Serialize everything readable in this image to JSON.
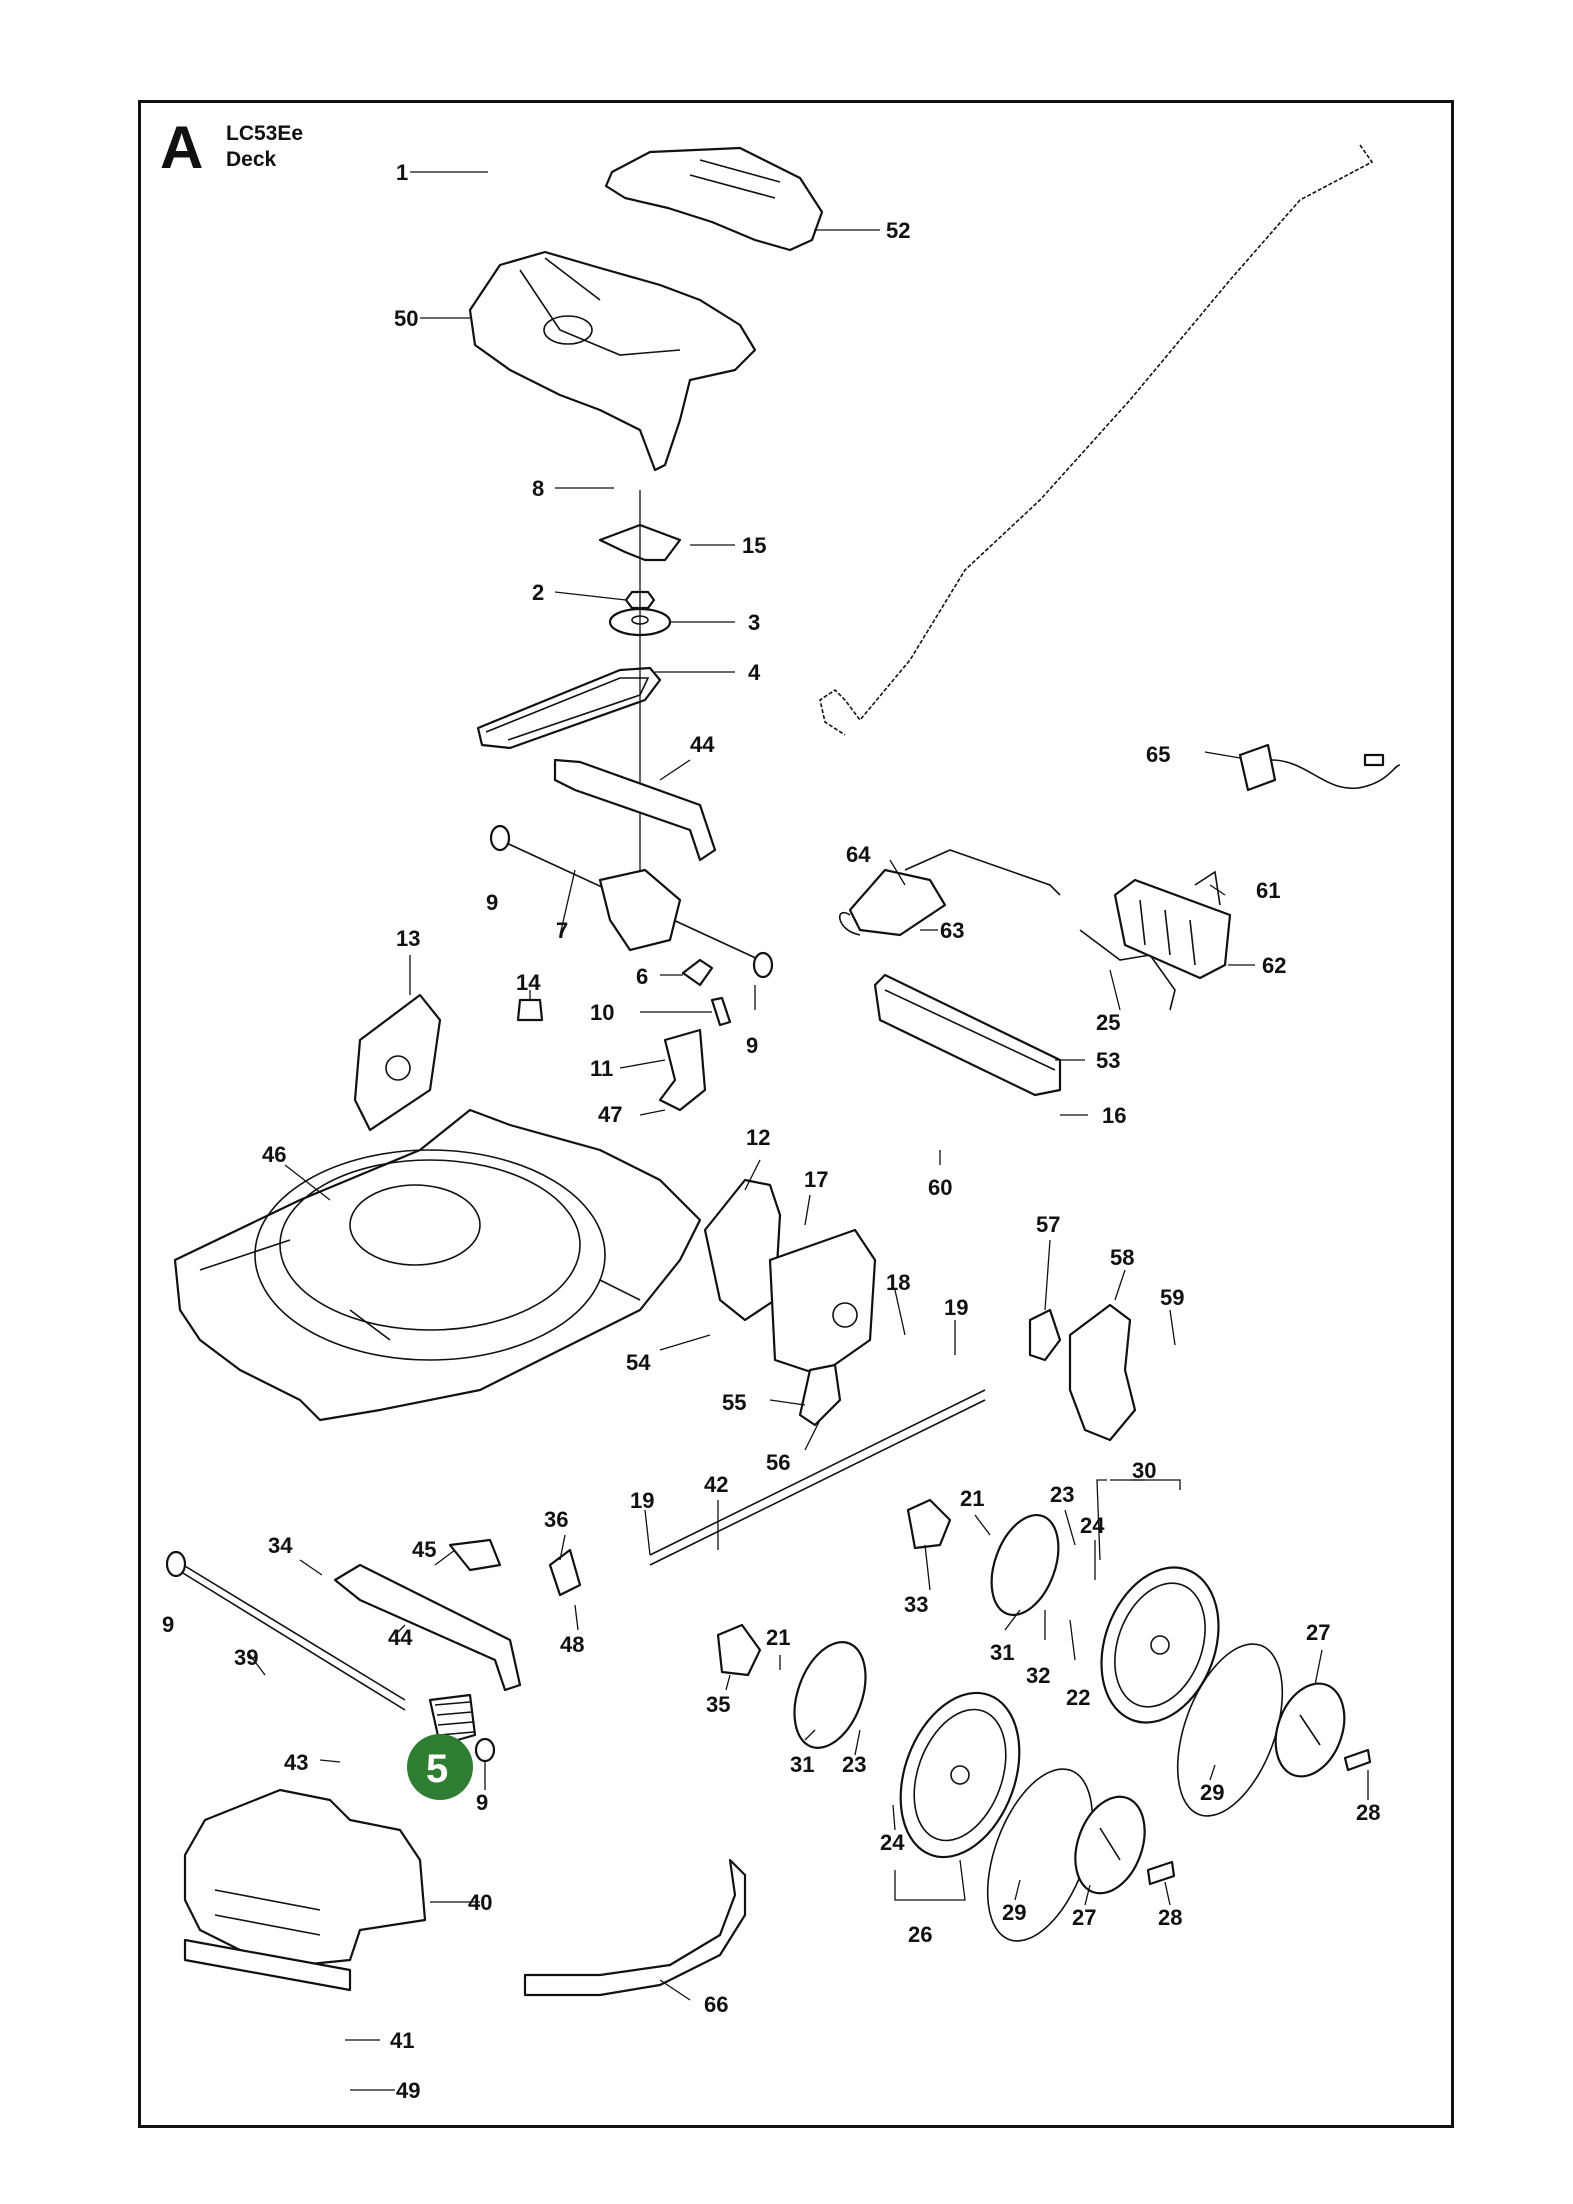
{
  "header": {
    "section_letter": "A",
    "model": "LC53Ee",
    "title": "Deck"
  },
  "badge": {
    "number": "5",
    "color": "#2e7d32"
  },
  "callouts": [
    "1",
    "52",
    "50",
    "8",
    "15",
    "2",
    "3",
    "4",
    "44",
    "65",
    "9",
    "7",
    "64",
    "61",
    "63",
    "62",
    "13",
    "6",
    "14",
    "10",
    "9",
    "25",
    "53",
    "11",
    "47",
    "16",
    "46",
    "12",
    "17",
    "60",
    "57",
    "58",
    "18",
    "19",
    "59",
    "54",
    "55",
    "56",
    "42",
    "30",
    "36",
    "19",
    "21",
    "23",
    "24",
    "34",
    "45",
    "33",
    "48",
    "27",
    "9",
    "44",
    "21",
    "31",
    "32",
    "22",
    "39",
    "35",
    "5",
    "31",
    "23",
    "29",
    "28",
    "43",
    "9",
    "24",
    "40",
    "29",
    "27",
    "28",
    "26",
    "66",
    "41",
    "49"
  ]
}
